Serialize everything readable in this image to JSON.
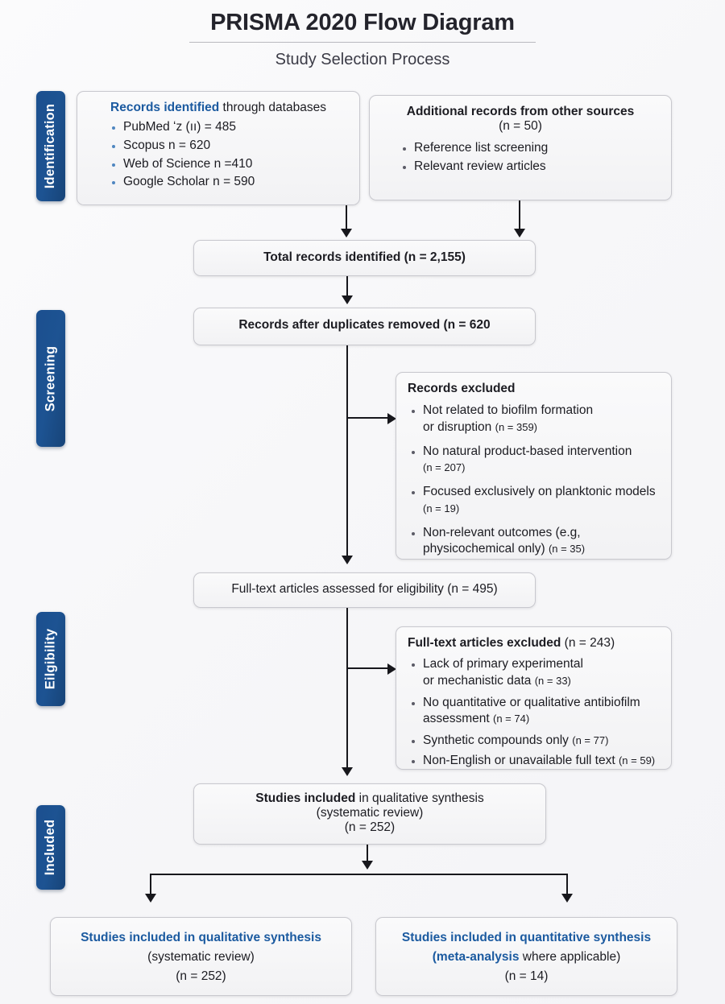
{
  "header": {
    "title": "PRISMA 2020 Flow Diagram",
    "subtitle": "Study Selection Process"
  },
  "stages": [
    {
      "label": "Identification"
    },
    {
      "label": "Screening"
    },
    {
      "label": "Eilgibility"
    },
    {
      "label": "Included"
    }
  ],
  "boxes": {
    "records_identified": {
      "heading_bold": "Records identified",
      "heading_rest": " through databases",
      "items": [
        "PubMed ʻz (ıı) = 485",
        "Scopus n = 620",
        "Web of Science n =410",
        "Google Scholar n = 590"
      ]
    },
    "additional_records": {
      "heading": "Additional records from other sources",
      "count": "(n = 50)",
      "items": [
        "Reference list screening",
        "Relevant review articles"
      ]
    },
    "total_records": {
      "text": "Total records identified (n = 2,155)"
    },
    "after_duplicates": {
      "text": "Records after duplicates removed (n = 620"
    },
    "records_excluded": {
      "heading": "Records excluded",
      "items": [
        {
          "text": "Not related to biofilm formation",
          "text2": "or disruption ",
          "n": "(n = 359)"
        },
        {
          "text": "No natural product-based intervention",
          "text2": "",
          "n": "(n = 207)"
        },
        {
          "text": "Focused exclusively on planktonic models",
          "text2": "",
          "n": "(n = 19)"
        },
        {
          "text": "Non-relevant outcomes (e.g,",
          "text2": "physicochemical only) ",
          "n": "(n = 35)"
        }
      ]
    },
    "fulltext_assessed": {
      "text": "Full-text articles assessed for eligibility (n = 495)"
    },
    "fulltext_excluded": {
      "heading_bold": "Full-text articles excluded",
      "heading_rest": " (n = 243)",
      "items": [
        {
          "text": "Lack of primary experimental",
          "text2": "or mechanistic data ",
          "n": "(n = 33)"
        },
        {
          "text": "No quantitative or qualitative antibiofilm",
          "text2": "assessment ",
          "n": "(n = 74)"
        },
        {
          "text": "Synthetic compounds only ",
          "text2": "",
          "n": "(n = 77)"
        },
        {
          "text": "Non-English or unavailable full text ",
          "text2": "",
          "n": "(n = 59)"
        }
      ]
    },
    "studies_included": {
      "heading_bold": "Studies included",
      "heading_rest": " in qualitative synthesis",
      "line2": "(systematic review)",
      "line3": "(n = 252)"
    },
    "qualitative_synthesis": {
      "heading": "Studies included in qualitative synthesis",
      "line2": "(systematic review)",
      "line3": "(n = 252)"
    },
    "quantitative_synthesis": {
      "heading": "Studies included in quantitative synthesis",
      "line2_bold": "(meta-analysis",
      "line2_rest": " where applicable)",
      "line3": "(n = 14)"
    }
  },
  "colors": {
    "stage_blue": "#1b4f8f",
    "heading_blue": "#1b5aa0",
    "connector": "#17171c"
  }
}
